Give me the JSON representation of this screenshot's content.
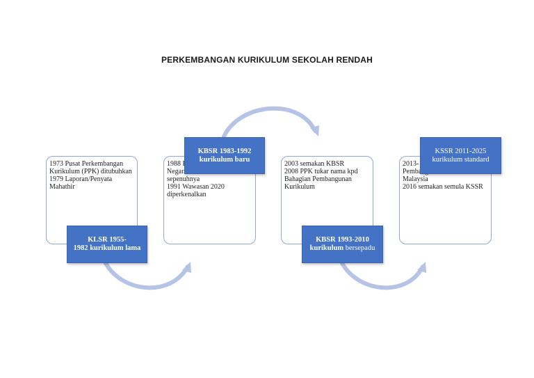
{
  "title": "PERKEMBANGAN KURIKULUM SEKOLAH RENDAH",
  "colors": {
    "label_fill": "#4472c4",
    "card_border": "#8fa8d8",
    "arrow": "#b4c3e6"
  },
  "stages": [
    {
      "label_line1": "KLSR 1955-",
      "label_line2": "1982 kurikulum lama",
      "text": [
        "1973 Pusat Perkembangan",
        "Kurikulum (PPK) ditubuhkan",
        "1979 Laporan/Penyata",
        "Mahathir"
      ]
    },
    {
      "label_line1": "KBSR 1983-1992",
      "label_line2": "kurikulum baru",
      "text": [
        "1988 KBSR",
        "Negara",
        "sepenuhnya",
        "1991 Wawasan 2020",
        "diperkenalkan"
      ]
    },
    {
      "label_line1": "KBSR 1993-2010",
      "label_line2_bold": "kurikulum",
      "label_line2_rest": "bersepadu",
      "text": [
        "2003 semakan KBSR",
        "2008 PPK tukar nama kpd",
        "Bahagian Pembangunan",
        "Kurikulum"
      ]
    },
    {
      "label_line1": "KSSR 2011-2025",
      "label_line2": "kurikulum standard",
      "text": [
        "2013-",
        "Pembang",
        "Malaysia",
        "2016 semakan semula KSSR"
      ]
    }
  ]
}
